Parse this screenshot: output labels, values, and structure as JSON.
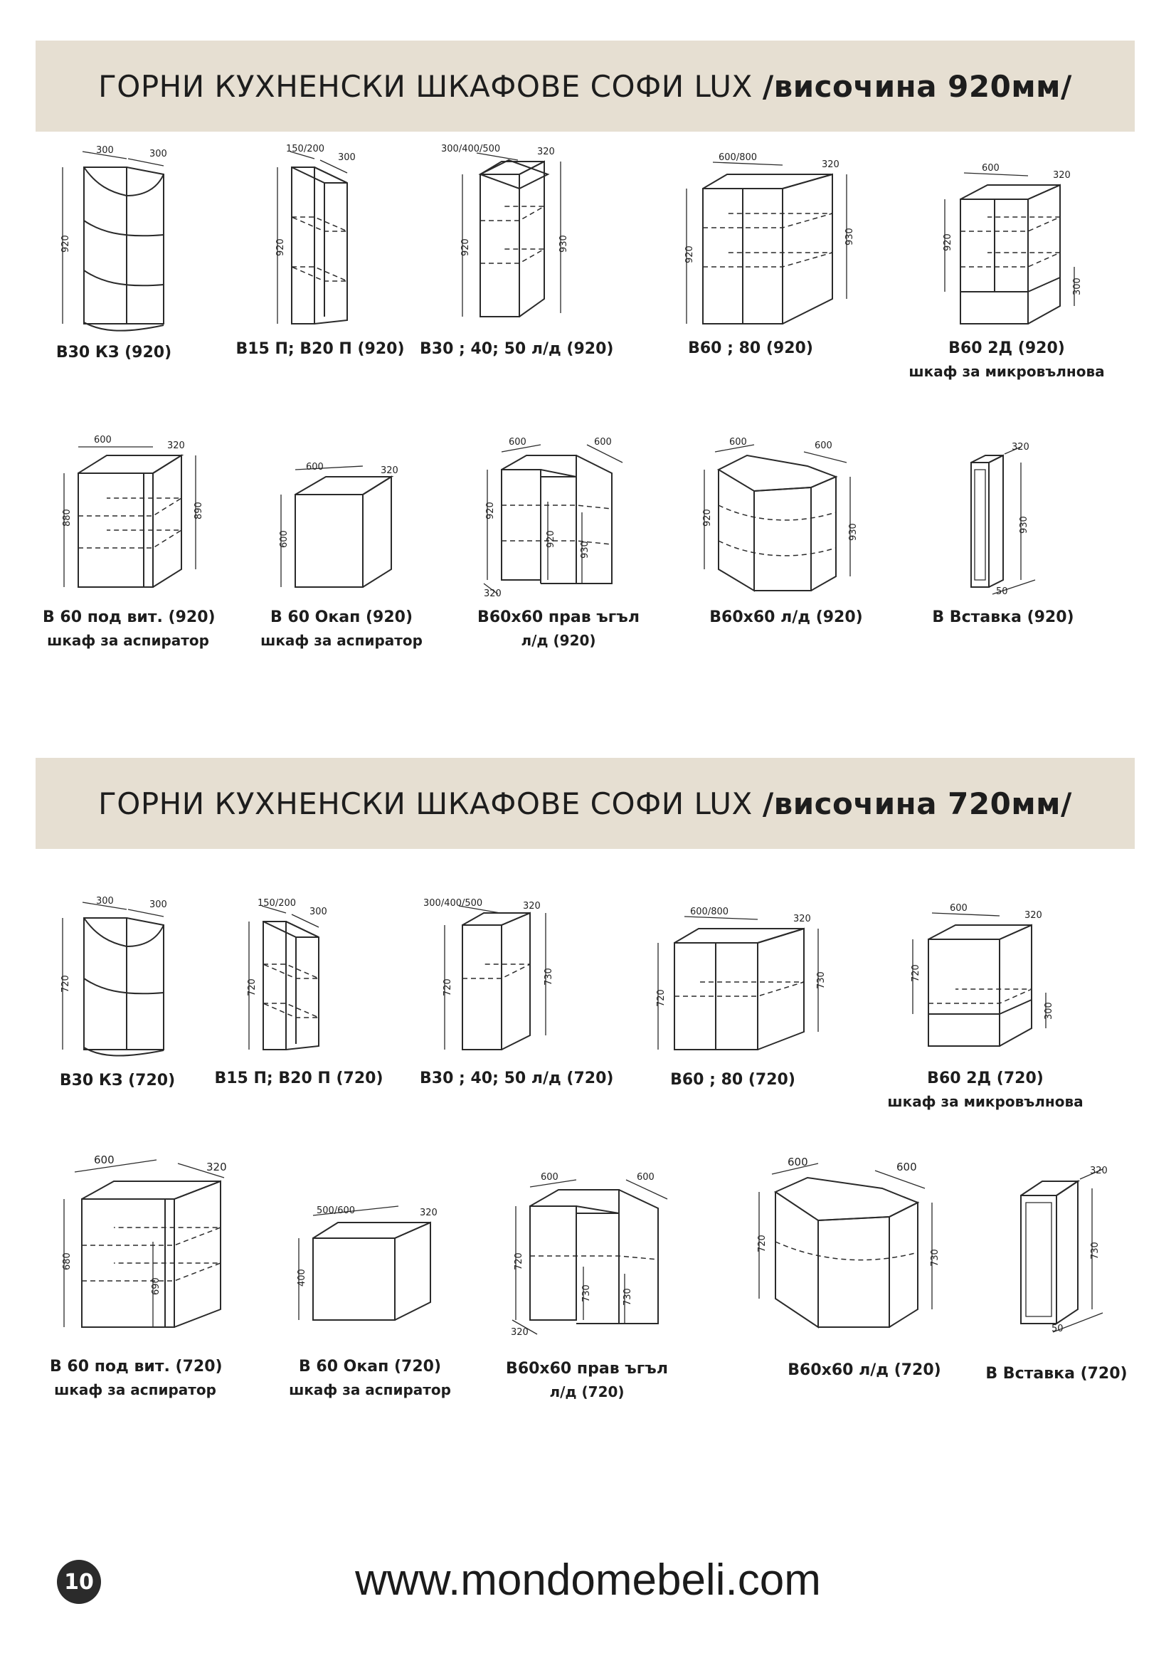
{
  "sections": [
    {
      "title": "ГОРНИ КУХНЕНСКИ ШКАФОВЕ СОФИ LUX",
      "height_note": "/височина 920мм/",
      "items": [
        {
          "label": "В30 КЗ (920)",
          "sub": "",
          "dims": [
            "300",
            "300",
            "920"
          ]
        },
        {
          "label": "В15 П; В20 П (920)",
          "sub": "",
          "dims": [
            "150/200",
            "300",
            "920"
          ]
        },
        {
          "label": "В30 ; 40; 50 л/д (920)",
          "sub": "",
          "dims": [
            "300/400/500",
            "320",
            "920",
            "930"
          ]
        },
        {
          "label": "В60 ; 80 (920)",
          "sub": "",
          "dims": [
            "600/800",
            "320",
            "920",
            "930"
          ]
        },
        {
          "label": "В60 2Д (920)",
          "sub": "шкаф за микровълнова",
          "dims": [
            "600",
            "320",
            "920",
            "300"
          ]
        },
        {
          "label": "В 60 под вит. (920)",
          "sub": "шкаф за аспиратор",
          "dims": [
            "600",
            "320",
            "880",
            "890"
          ]
        },
        {
          "label": "В 60 Окап (920)",
          "sub": "шкаф за аспиратор",
          "dims": [
            "600",
            "320",
            "600"
          ]
        },
        {
          "label": "В60х60 прав ъгъл",
          "sub": "л/д (920)",
          "dims": [
            "600",
            "600",
            "920",
            "920",
            "930",
            "320"
          ]
        },
        {
          "label": "В60х60 л/д (920)",
          "sub": "",
          "dims": [
            "600",
            "600",
            "920",
            "930"
          ]
        },
        {
          "label": "В Вставка (920)",
          "sub": "",
          "dims": [
            "320",
            "930",
            "50"
          ]
        }
      ]
    },
    {
      "title": "ГОРНИ КУХНЕНСКИ ШКАФОВЕ СОФИ LUX",
      "height_note": "/височина 720мм/",
      "items": [
        {
          "label": "В30 КЗ (720)",
          "sub": "",
          "dims": [
            "300",
            "300",
            "720"
          ]
        },
        {
          "label": "В15 П; В20 П (720)",
          "sub": "",
          "dims": [
            "150/200",
            "300",
            "720"
          ]
        },
        {
          "label": "В30 ; 40; 50 л/д (720)",
          "sub": "",
          "dims": [
            "300/400/500",
            "320",
            "720",
            "730"
          ]
        },
        {
          "label": "В60 ; 80 (720)",
          "sub": "",
          "dims": [
            "600/800",
            "320",
            "720",
            "730"
          ]
        },
        {
          "label": "В60 2Д (720)",
          "sub": "шкаф за микровълнова",
          "dims": [
            "600",
            "320",
            "720",
            "300"
          ]
        },
        {
          "label": "В 60 под вит. (720)",
          "sub": "шкаф за аспиратор",
          "dims": [
            "600",
            "320",
            "680",
            "690"
          ]
        },
        {
          "label": "В 60 Окап (720)",
          "sub": "шкаф за аспиратор",
          "dims": [
            "500/600",
            "320",
            "400"
          ]
        },
        {
          "label": "В60х60 прав ъгъл",
          "sub": "л/д (720)",
          "dims": [
            "600",
            "600",
            "720",
            "730",
            "730",
            "320"
          ]
        },
        {
          "label": "В60х60 л/д (720)",
          "sub": "",
          "dims": [
            "600",
            "600",
            "720",
            "730"
          ]
        },
        {
          "label": "В Вставка (720)",
          "sub": "",
          "dims": [
            "320",
            "730",
            "50"
          ]
        }
      ]
    }
  ],
  "footer": {
    "page_number": "10",
    "website": "www.mondomebeli.com"
  }
}
